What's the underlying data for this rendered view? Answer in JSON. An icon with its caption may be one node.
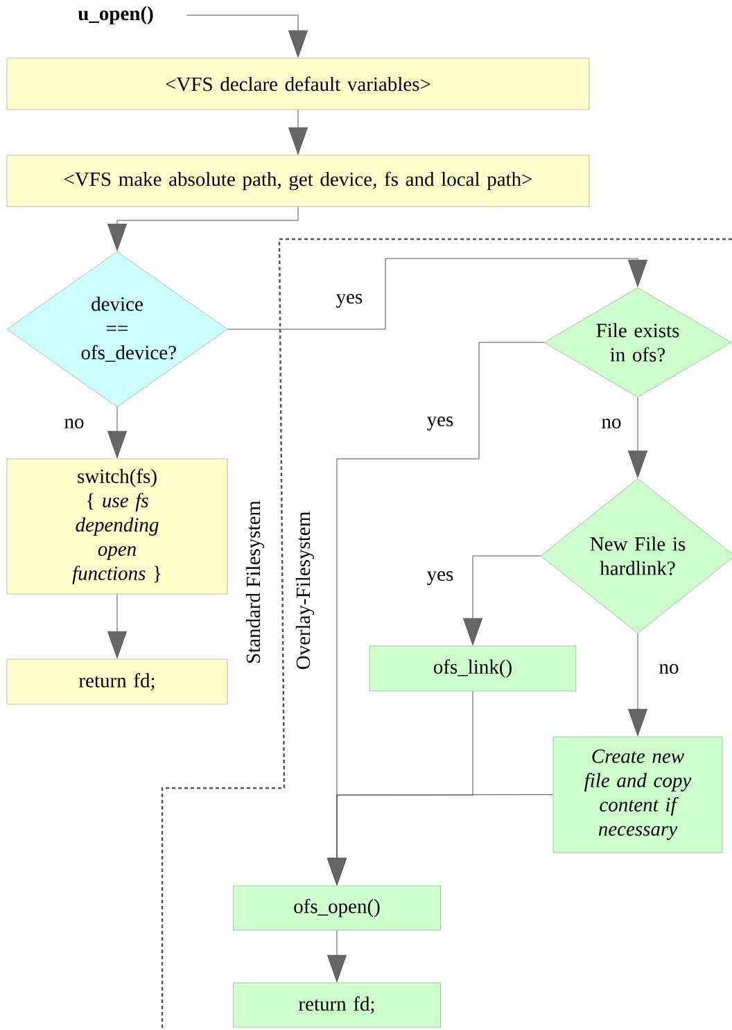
{
  "diagram": {
    "nodes": [
      {
        "text": [
          "u_open()"
        ]
      },
      {
        "text": [
          "<VFS declare default variables>"
        ]
      },
      {
        "text": [
          "<VFS make absolute path, get device, fs and local path>"
        ]
      },
      {
        "text": [
          "device == ofs_device?"
        ]
      },
      {
        "text": [
          "switch(fs) { *use fs depending open functions* }"
        ]
      },
      {
        "text": [
          "return fd;"
        ]
      },
      {
        "text": [
          "File exists in ofs?"
        ]
      },
      {
        "text": [
          "New File is hardlink?"
        ]
      },
      {
        "text": [
          "ofs_link()"
        ]
      },
      {
        "text": [
          "Create new file and copy content if necessary"
        ]
      },
      {
        "text": [
          "ofs_open()"
        ]
      },
      {
        "text": [
          "return fd;"
        ]
      }
    ],
    "edges": [
      {
        "from": 0,
        "to": 1,
        "arrow": "to"
      },
      {
        "from": 1,
        "to": 2,
        "arrow": "to"
      },
      {
        "from": 2,
        "to": 3,
        "arrow": "to"
      },
      {
        "from": 3,
        "to": 6,
        "arrow": "to",
        "label": "yes"
      },
      {
        "from": 3,
        "to": 4,
        "arrow": "to",
        "label": "no"
      },
      {
        "from": 4,
        "to": 5,
        "arrow": "to"
      },
      {
        "from": 6,
        "to": 10,
        "arrow": "to",
        "label": "yes"
      },
      {
        "from": 6,
        "to": 7,
        "arrow": "to",
        "label": "no"
      },
      {
        "from": 7,
        "to": 8,
        "arrow": "to",
        "label": "yes"
      },
      {
        "from": 7,
        "to": 9,
        "arrow": "to",
        "label": "no"
      },
      {
        "from": 8,
        "to": 10,
        "arrow": "to"
      },
      {
        "from": 9,
        "to": 10,
        "arrow": "to"
      },
      {
        "from": 10,
        "to": 11,
        "arrow": "to"
      }
    ],
    "labels": [
      "Standard Filesystem",
      "Overlay-Filesystem"
    ]
  }
}
